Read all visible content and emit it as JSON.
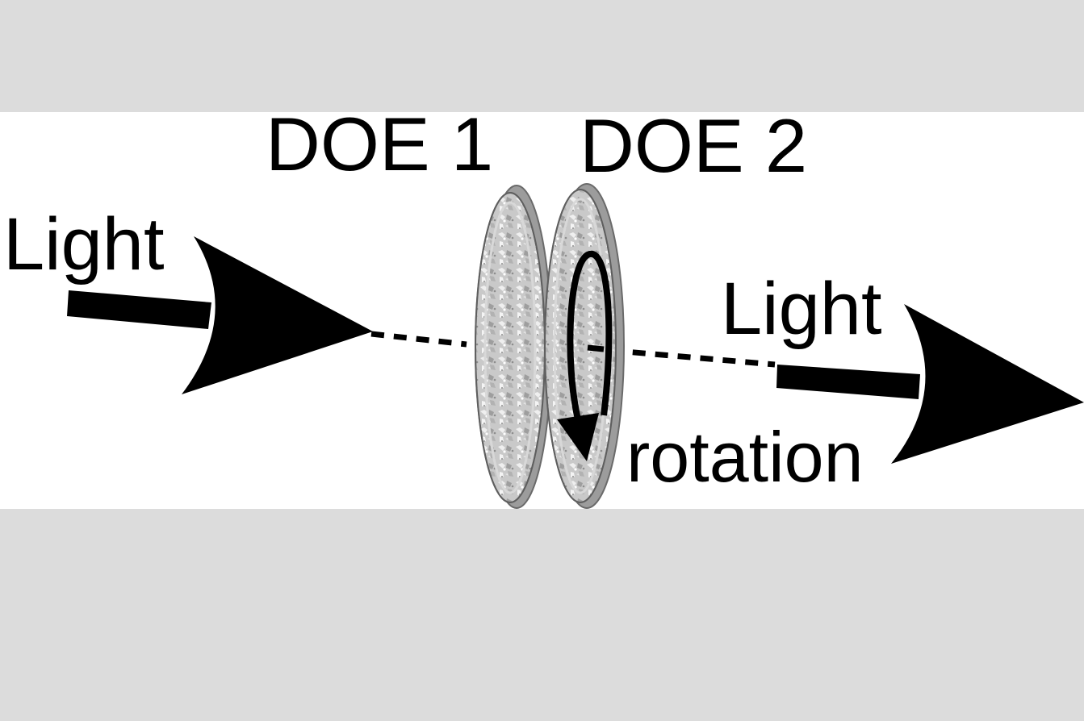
{
  "labels": {
    "doe1": "DOE 1",
    "doe2": "DOE 2",
    "light_in": "Light",
    "light_out": "Light",
    "rotation": "rotation"
  },
  "colors": {
    "background": "#dcdcdc",
    "panel": "#ffffff",
    "ink": "#000000",
    "disc_face": "#c8c8c8",
    "disc_rim": "#a8a8a8",
    "disc_speckle": "#ececec"
  },
  "icons": {
    "incoming_arrow": "arrow-right-icon",
    "outgoing_arrow": "arrow-right-icon",
    "rotation_arrow": "rotation-arrow-icon"
  }
}
